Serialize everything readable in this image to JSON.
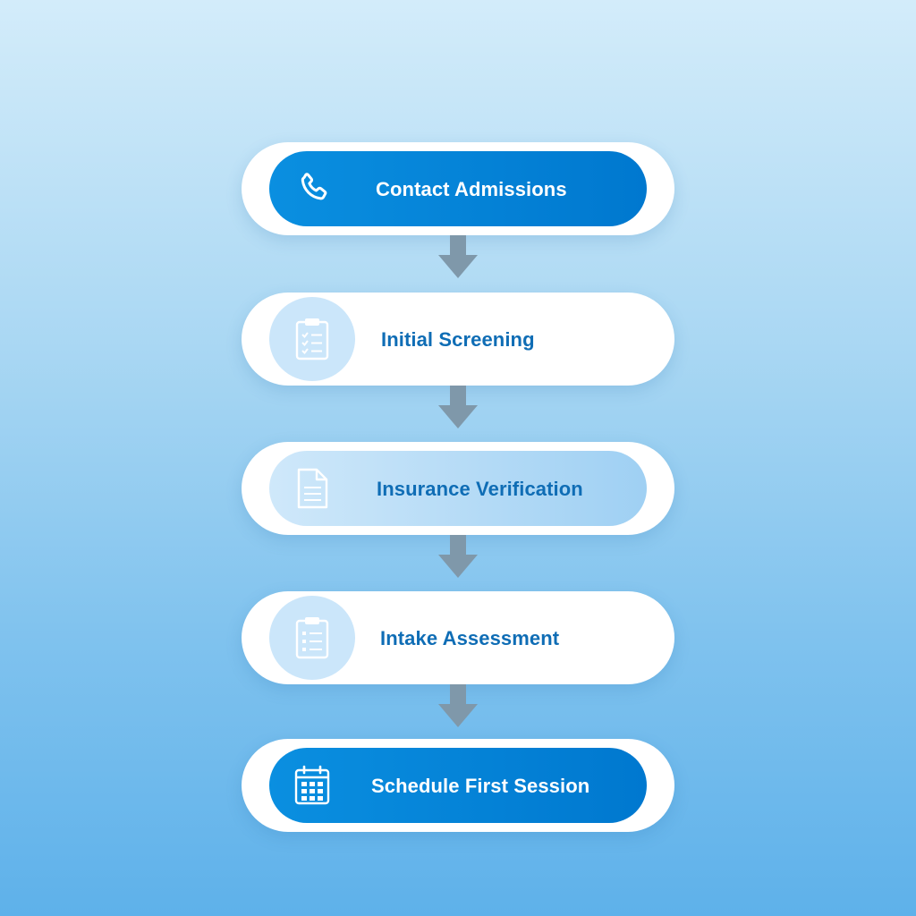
{
  "steps": [
    {
      "label": "Contact Admissions",
      "icon": "phone-icon",
      "style": "primary"
    },
    {
      "label": "Initial Screening",
      "icon": "clipboard-checklist-icon",
      "style": "plain"
    },
    {
      "label": "Insurance Verification",
      "icon": "document-icon",
      "style": "light"
    },
    {
      "label": "Intake Assessment",
      "icon": "clipboard-list-icon",
      "style": "plain"
    },
    {
      "label": "Schedule First Session",
      "icon": "calendar-icon",
      "style": "primary"
    }
  ],
  "colors": {
    "primary": "#0a8fe0",
    "label_blue": "#0f6db5",
    "arrow": "#7f98aa",
    "icon_light": "#ffffff"
  }
}
